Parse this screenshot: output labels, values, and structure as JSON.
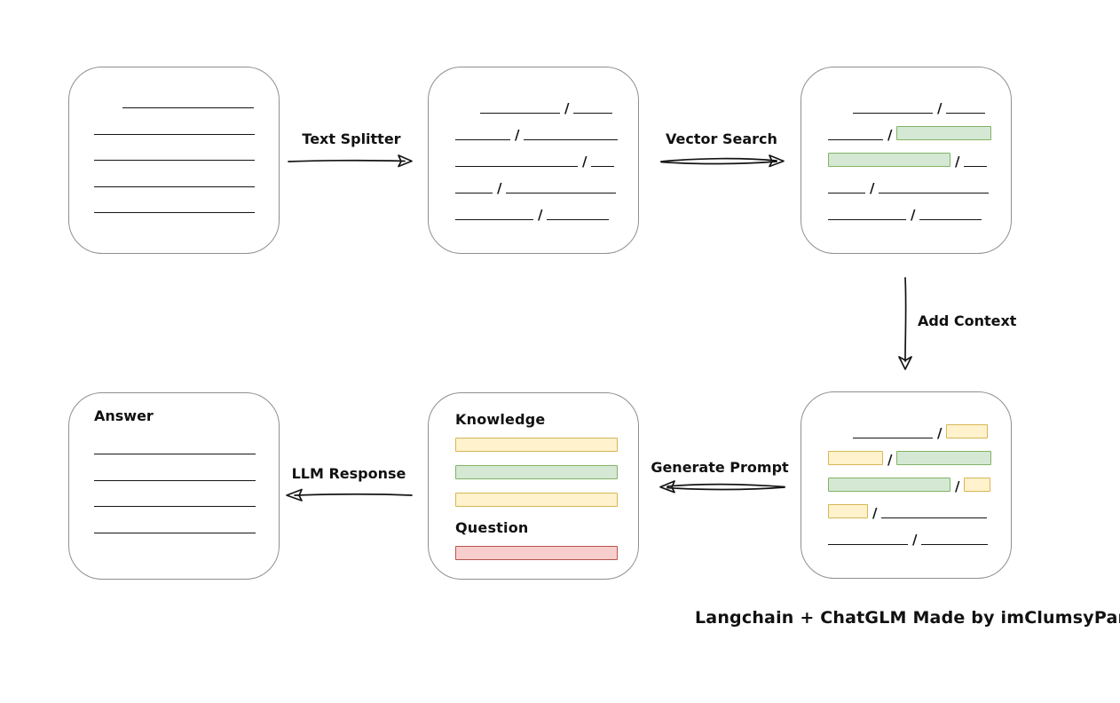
{
  "caption": "Langchain + ChatGLM Made by imClumsyPanda",
  "glyphs": {
    "slash": "/"
  },
  "colors": {
    "green_fill": "#d5e8d4",
    "green_border": "#82b366",
    "yellow_fill": "#fff2cc",
    "yellow_border": "#d6b656",
    "red_fill": "#f8cecc",
    "red_border": "#b85450",
    "box_border": "#8f8f8f",
    "line": "#141414"
  },
  "arrows": {
    "text_splitter": {
      "label": "Text Splitter"
    },
    "vector_search": {
      "label": "Vector Search"
    },
    "add_context": {
      "label": "Add Context"
    },
    "generate_prompt": {
      "label": "Generate Prompt"
    },
    "llm_response": {
      "label": "LLM Response"
    }
  },
  "boxes": {
    "document": {
      "lines": [
        {
          "indent": 32,
          "w": 148
        },
        {
          "w": 181
        },
        {
          "w": 181
        },
        {
          "w": 181
        },
        {
          "w": 181
        }
      ]
    },
    "chunks": {
      "rows": [
        {
          "indent": 28,
          "segs": [
            [
              "line",
              90
            ],
            [
              "slash"
            ],
            [
              "line",
              44
            ]
          ]
        },
        {
          "segs": [
            [
              "line",
              62
            ],
            [
              "slash"
            ],
            [
              "line",
              106
            ]
          ]
        },
        {
          "segs": [
            [
              "line",
              138
            ],
            [
              "slash"
            ],
            [
              "line",
              26
            ]
          ]
        },
        {
          "segs": [
            [
              "line",
              42
            ],
            [
              "slash"
            ],
            [
              "line",
              124
            ]
          ]
        },
        {
          "segs": [
            [
              "line",
              88
            ],
            [
              "slash"
            ],
            [
              "line",
              70
            ]
          ]
        }
      ]
    },
    "matched": {
      "rows": [
        {
          "indent": 28,
          "segs": [
            [
              "line",
              90
            ],
            [
              "slash"
            ],
            [
              "line",
              44
            ]
          ]
        },
        {
          "segs": [
            [
              "line",
              62
            ],
            [
              "slash"
            ],
            [
              "gbox",
              107
            ]
          ]
        },
        {
          "segs": [
            [
              "gbox",
              138
            ],
            [
              "slash"
            ],
            [
              "line",
              26
            ]
          ]
        },
        {
          "segs": [
            [
              "line",
              42
            ],
            [
              "slash"
            ],
            [
              "line",
              124
            ]
          ]
        },
        {
          "segs": [
            [
              "line",
              88
            ],
            [
              "slash"
            ],
            [
              "line",
              70
            ]
          ]
        }
      ]
    },
    "context": {
      "rows": [
        {
          "indent": 28,
          "segs": [
            [
              "line",
              90
            ],
            [
              "slash"
            ],
            [
              "ybox",
              47
            ]
          ]
        },
        {
          "segs": [
            [
              "ybox",
              62
            ],
            [
              "slash"
            ],
            [
              "gbox",
              107
            ]
          ]
        },
        {
          "segs": [
            [
              "gbox",
              138
            ],
            [
              "slash"
            ],
            [
              "ybox",
              30
            ]
          ]
        },
        {
          "segs": [
            [
              "ybox",
              45
            ],
            [
              "slash"
            ],
            [
              "line",
              119
            ]
          ]
        },
        {
          "segs": [
            [
              "line",
              90
            ],
            [
              "slash"
            ],
            [
              "line",
              75
            ]
          ]
        }
      ]
    },
    "prompt": {
      "knowledge_label": "Knowledge",
      "question_label": "Question",
      "knowledge_bars": [
        "yellow",
        "green",
        "yellow"
      ],
      "question_bar": "red"
    },
    "answer": {
      "label": "Answer",
      "lines": [
        {
          "w": 182
        },
        {
          "w": 182
        },
        {
          "w": 182
        },
        {
          "w": 182
        }
      ]
    }
  }
}
